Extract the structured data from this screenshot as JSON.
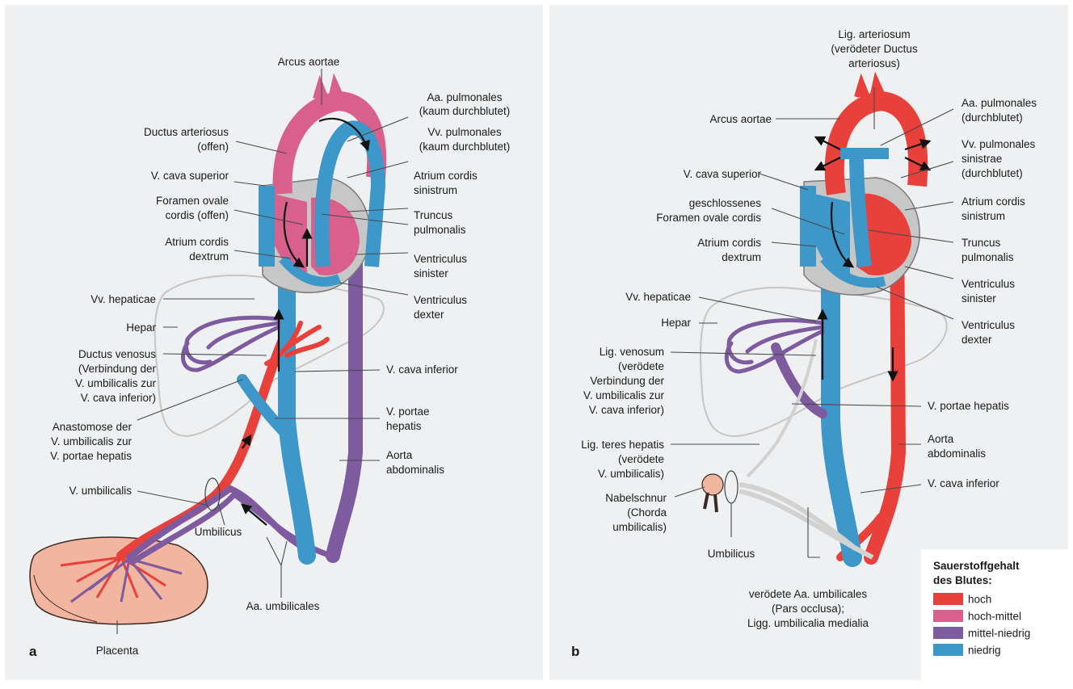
{
  "colors": {
    "hoch": "#e8403a",
    "hoch_mittel": "#d9608c",
    "mittel_niedrig": "#7e5a9e",
    "niedrig": "#3d97c9",
    "panel_bg": "#eef0f1",
    "closed_structure": "#d2d2d2",
    "placenta": "#f2b5a0"
  },
  "panel_a": {
    "letter": "a",
    "labels": {
      "arcus_aortae": "Arcus aortae",
      "aa_pulmonales_1": "Aa. pulmonales",
      "aa_pulmonales_2": "(kaum durchblutet)",
      "ductus_arteriosus_1": "Ductus arteriosus",
      "ductus_arteriosus_2": "(offen)",
      "vv_pulmonales_1": "Vv. pulmonales",
      "vv_pulmonales_2": "(kaum durchblutet)",
      "v_cava_superior": "V. cava superior",
      "atrium_sinistrum_1": "Atrium cordis",
      "atrium_sinistrum_2": "sinistrum",
      "foramen_ovale_1": "Foramen ovale",
      "foramen_ovale_2": "cordis (offen)",
      "truncus_1": "Truncus",
      "truncus_2": "pulmonalis",
      "atrium_dextrum_1": "Atrium cordis",
      "atrium_dextrum_2": "dextrum",
      "ventriculus_sinister_1": "Ventriculus",
      "ventriculus_sinister_2": "sinister",
      "ventriculus_dexter_1": "Ventriculus",
      "ventriculus_dexter_2": "dexter",
      "vv_hepaticae": "Vv. hepaticae",
      "hepar": "Hepar",
      "ductus_venosus_1": "Ductus venosus",
      "ductus_venosus_2": "(Verbindung der",
      "ductus_venosus_3": "V. umbilicalis zur",
      "ductus_venosus_4": "V. cava inferior)",
      "v_cava_inferior": "V. cava inferior",
      "anastomose_1": "Anastomose der",
      "anastomose_2": "V. umbilicalis zur",
      "anastomose_3": "V. portae hepatis",
      "v_portae_1": "V. portae",
      "v_portae_2": "hepatis",
      "aorta_abdominalis_1": "Aorta",
      "aorta_abdominalis_2": "abdominalis",
      "v_umbilicalis": "V. umbilicalis",
      "umbilicus": "Umbilicus",
      "aa_umbilicales": "Aa. umbilicales",
      "placenta": "Placenta"
    }
  },
  "panel_b": {
    "letter": "b",
    "labels": {
      "lig_arteriosum_1": "Lig. arteriosum",
      "lig_arteriosum_2": "(verödeter Ductus",
      "lig_arteriosum_3": "arteriosus)",
      "arcus_aortae": "Arcus aortae",
      "aa_pulmonales_1": "Aa. pulmonales",
      "aa_pulmonales_2": "(durchblutet)",
      "vv_pulmonales_1": "Vv. pulmonales",
      "vv_pulmonales_2": "sinistrae",
      "vv_pulmonales_3": "(durchblutet)",
      "v_cava_superior": "V. cava superior",
      "atrium_sinistrum_1": "Atrium cordis",
      "atrium_sinistrum_2": "sinistrum",
      "foramen_1": "geschlossenes",
      "foramen_2": "Foramen ovale cordis",
      "truncus_1": "Truncus",
      "truncus_2": "pulmonalis",
      "atrium_dextrum_1": "Atrium cordis",
      "atrium_dextrum_2": "dextrum",
      "ventriculus_sinister_1": "Ventriculus",
      "ventriculus_sinister_2": "sinister",
      "vv_hepaticae": "Vv. hepaticae",
      "hepar": "Hepar",
      "ventriculus_dexter_1": "Ventriculus",
      "ventriculus_dexter_2": "dexter",
      "lig_venosum_1": "Lig. venosum",
      "lig_venosum_2": "(verödete",
      "lig_venosum_3": "Verbindung der",
      "lig_venosum_4": "V. umbilicalis zur",
      "lig_venosum_5": "V. cava inferior)",
      "v_portae": "V. portae hepatis",
      "lig_teres_1": "Lig. teres hepatis",
      "lig_teres_2": "(verödete",
      "lig_teres_3": "V. umbilicalis)",
      "aorta_abdominalis_1": "Aorta",
      "aorta_abdominalis_2": "abdominalis",
      "v_cava_inferior": "V. cava inferior",
      "nabelschnur_1": "Nabelschnur",
      "nabelschnur_2": "(Chorda",
      "nabelschnur_3": "umbilicalis)",
      "umbilicus": "Umbilicus",
      "veroedete_1": "verödete Aa. umbilicales",
      "veroedete_2": "(Pars occlusa);",
      "veroedete_3": "Ligg. umbilicalia medialia"
    }
  },
  "legend": {
    "title_1": "Sauerstoffgehalt",
    "title_2": "des Blutes:",
    "items": [
      {
        "label": "hoch",
        "color": "#e8403a"
      },
      {
        "label": "hoch-mittel",
        "color": "#d9608c"
      },
      {
        "label": "mittel-niedrig",
        "color": "#7e5a9e"
      },
      {
        "label": "niedrig",
        "color": "#3d97c9"
      }
    ]
  }
}
